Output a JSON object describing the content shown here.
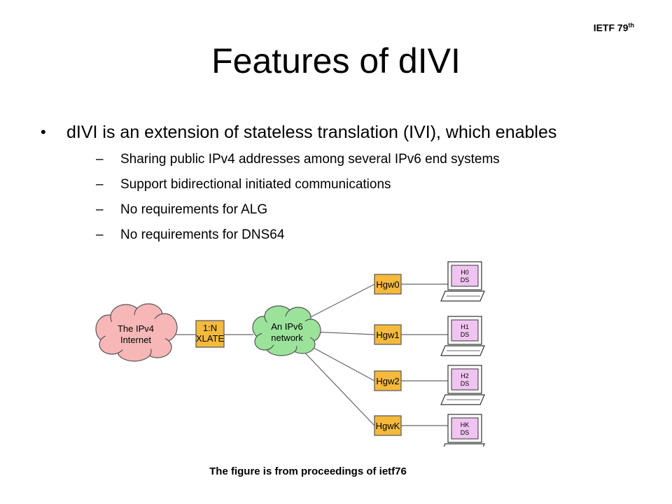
{
  "header": {
    "event": "IETF 79",
    "event_sup": "th"
  },
  "title": "Features of dIVI",
  "bullet": {
    "text": "dIVI is an extension of stateless translation (IVI), which enables",
    "subitems": [
      "Sharing public IPv4 addresses among several IPv6 end systems",
      "Support bidirectional initiated communications",
      "No requirements for ALG",
      "No requirements for DNS64"
    ]
  },
  "diagram": {
    "ipv4_cloud": [
      "The IPv4",
      "Internet"
    ],
    "xlate": [
      "1:N",
      "XLATE"
    ],
    "ipv6_cloud": [
      "An IPv6",
      "network"
    ],
    "gateways": [
      "Hgw0",
      "Hgw1",
      "Hgw2",
      "HgwK"
    ],
    "hosts": [
      [
        "H0",
        "DS"
      ],
      [
        "H1",
        "DS"
      ],
      [
        "H2",
        "DS"
      ],
      [
        "HK",
        "DS"
      ]
    ],
    "colors": {
      "ipv4_cloud": "#f7b7b7",
      "ipv6_cloud": "#9be39b",
      "box": "#f5b93c",
      "screen": "#f0c4f0"
    }
  },
  "caption": "The figure is from proceedings of ietf76"
}
